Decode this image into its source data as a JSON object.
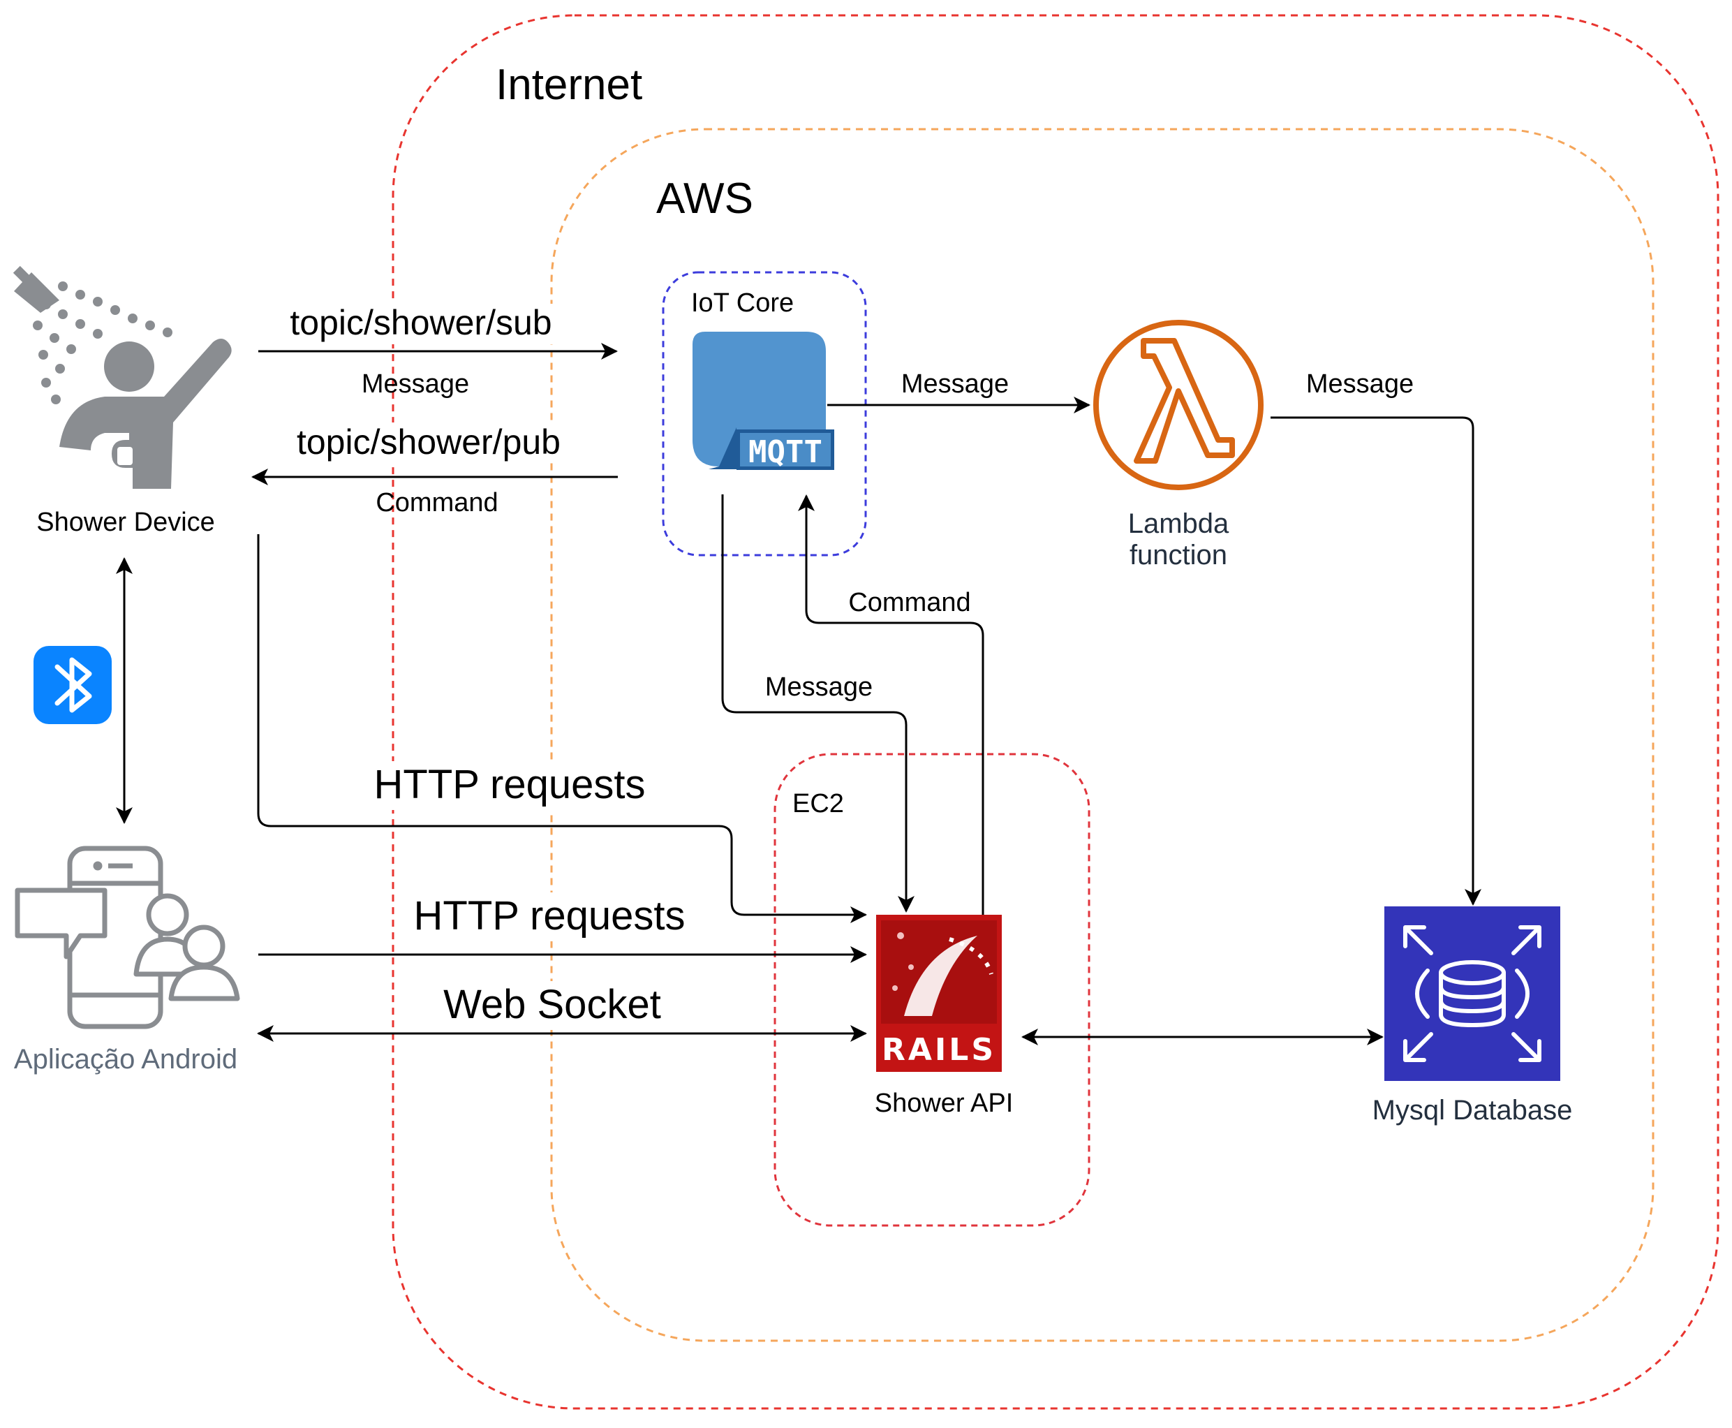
{
  "zones": {
    "internet": "Internet",
    "aws": "AWS",
    "iot_core": "IoT Core",
    "ec2": "EC2"
  },
  "nodes": {
    "shower_device": "Shower Device",
    "android_app": "Aplicação Android",
    "mqtt_badge": "MQTT",
    "lambda_line1": "Lambda",
    "lambda_line2": "function",
    "shower_api": "Shower API",
    "rails_badge": "RAILS",
    "mysql": "Mysql Database"
  },
  "edges": {
    "topic_sub": "topic/shower/sub",
    "device_to_iot_message": "Message",
    "topic_pub": "topic/shower/pub",
    "iot_to_device_command": "Command",
    "iot_to_lambda_message": "Message",
    "lambda_to_db_message": "Message",
    "api_to_iot_command": "Command",
    "iot_to_api_message": "Message",
    "device_http": "HTTP requests",
    "app_http": "HTTP requests",
    "app_websocket": "Web Socket"
  },
  "colors": {
    "internet_border": "#e8342f",
    "aws_border": "#f5a65b",
    "iot_border": "#3c3cdc",
    "ec2_border": "#e0343c",
    "mqtt_blue": "#5294cf",
    "mqtt_dark": "#205b98",
    "lambda_orange": "#d86613",
    "rds_blue": "#3334b9",
    "bluetooth_blue": "#0a84ff",
    "icon_grey": "#8a8d91"
  },
  "icons": {
    "shower_device": "shower-person-icon",
    "android_app": "mobile-chat-users-icon",
    "bluetooth": "bluetooth-icon",
    "iot_core": "mqtt-icon",
    "lambda": "lambda-icon",
    "shower_api": "rails-icon",
    "mysql": "rds-database-icon"
  }
}
